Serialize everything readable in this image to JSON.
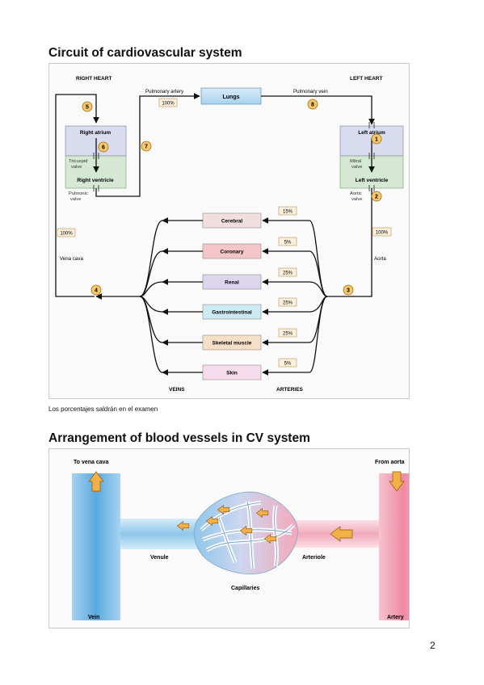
{
  "page": {
    "heading1": "Circuit of cardiovascular system",
    "note": "Los porcentajes saldrán en el examen",
    "heading2": "Arrangement of blood vessels in CV system",
    "page_number": "2"
  },
  "circuit": {
    "right_heart": "RIGHT HEART",
    "left_heart": "LEFT HEART",
    "pulmonary_artery": "Pulmonary artery",
    "pulmonary_artery_pct": "100%",
    "lungs": "Lungs",
    "pulmonary_vein": "Pulmonary vein",
    "right_atrium": "Right atrium",
    "tricuspid_line1": "Tricuspid",
    "tricuspid_line2": "valve",
    "right_ventricle": "Right ventricle",
    "pulmonic_line1": "Pulmonic",
    "pulmonic_line2": "valve",
    "left_atrium": "Left atrium",
    "mitral_line1": "Mitral",
    "mitral_line2": "valve",
    "left_ventricle": "Left ventricle",
    "aortic_line1": "Aortic",
    "aortic_line2": "valve",
    "vena_cava_pct": "100%",
    "vena_cava": "Vena cava",
    "aorta_pct": "100%",
    "aorta": "Aorta",
    "veins": "VEINS",
    "arteries": "ARTERIES",
    "steps": [
      "1",
      "2",
      "3",
      "4",
      "5",
      "6",
      "7",
      "8"
    ],
    "organs": [
      {
        "name": "Cerebral",
        "pct": "15%",
        "fill": "#f2dede"
      },
      {
        "name": "Coronary",
        "pct": "5%",
        "fill": "#f4c6c9"
      },
      {
        "name": "Renal",
        "pct": "25%",
        "fill": "#dcd5ec"
      },
      {
        "name": "Gastrointestinal",
        "pct": "25%",
        "fill": "#cde9f1"
      },
      {
        "name": "Skeletal muscle",
        "pct": "25%",
        "fill": "#f7dfc7"
      },
      {
        "name": "Skin",
        "pct": "5%",
        "fill": "#f6dcea"
      }
    ]
  },
  "vessels": {
    "to_vena_cava": "To vena cava",
    "from_aorta": "From aorta",
    "venule": "Venule",
    "arteriole": "Arteriole",
    "capillaries": "Capillaries",
    "vein": "Vein",
    "artery": "Artery"
  },
  "colors": {
    "atrium_fill": "#d9dcef",
    "ventricle_fill": "#d4e8d4",
    "lungs_fill": "#bcdcf2",
    "badge_fill": "#f7c86a",
    "badge_stroke": "#9a6a14",
    "pct_fill": "#fbf0dc",
    "pct_stroke": "#b8945a",
    "vein_blue": "#8cc4e8",
    "artery_pink": "#f3a5b8",
    "arrow_orange": "#f3b046"
  }
}
